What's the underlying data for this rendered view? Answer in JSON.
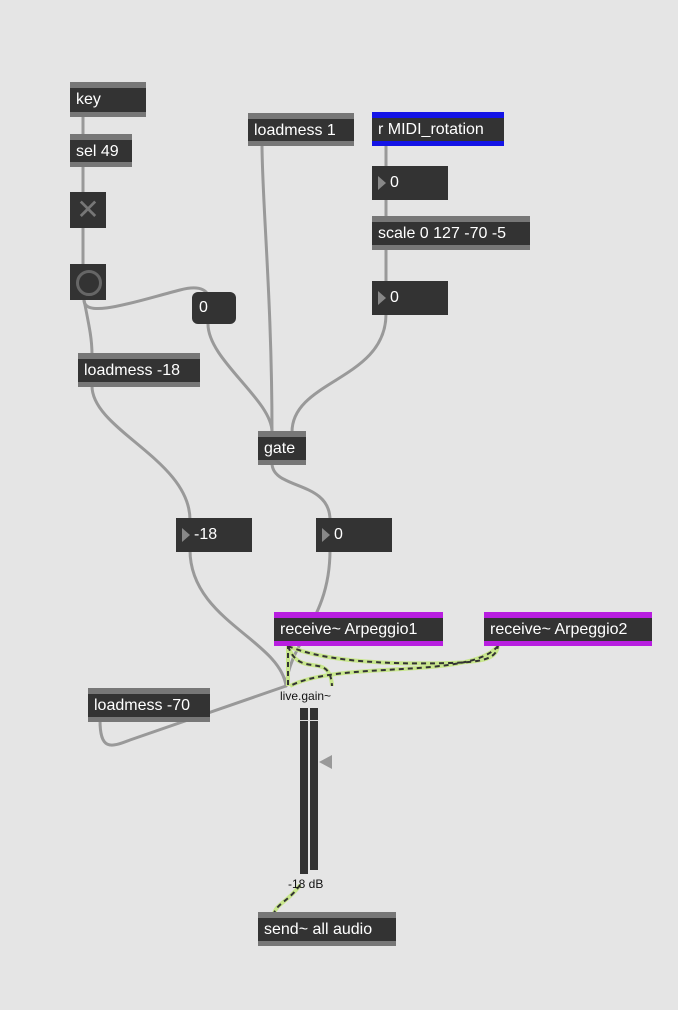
{
  "objects": {
    "key": "key",
    "sel": "sel 49",
    "loadmess1": "loadmess 1",
    "rmidi": "r MIDI_rotation",
    "scale": "scale 0 127 -70 -5",
    "loadmess18": "loadmess -18",
    "gate": "gate",
    "recv1": "receive~ Arpeggio1",
    "recv2": "receive~ Arpeggio2",
    "loadmess70": "loadmess -70",
    "send": "send~ all audio"
  },
  "numbers": {
    "midi_in": "0",
    "scaled": "0",
    "msg_zero": "0",
    "gain_num": "-18",
    "gate_out": "0"
  },
  "live_gain": {
    "label": "live.gain~",
    "value_label": "-18 dB",
    "value_db": -18
  },
  "colors": {
    "blue": "#1414e6",
    "purple": "#b81ee0",
    "signal": "#c8e68c"
  }
}
